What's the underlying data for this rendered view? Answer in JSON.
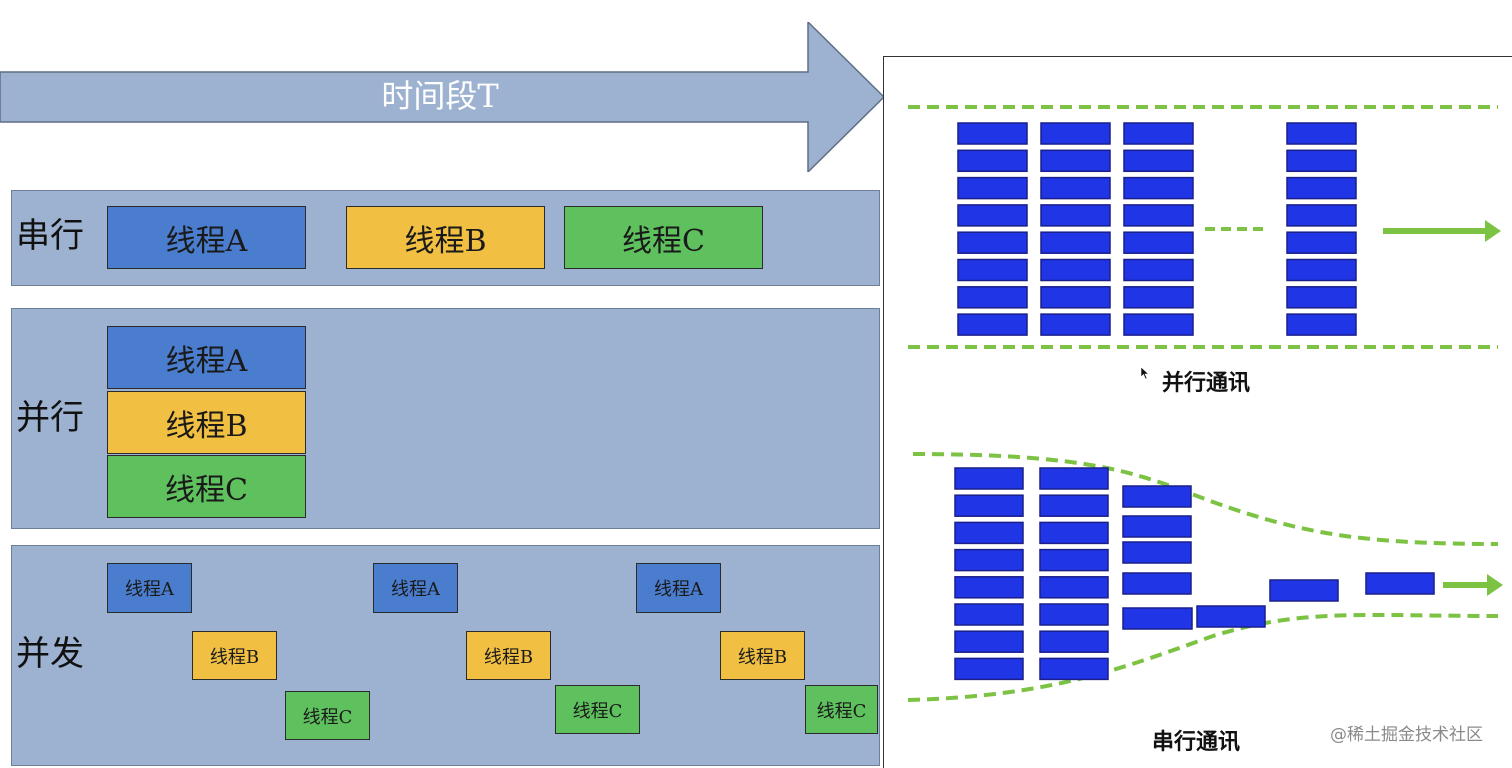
{
  "time_arrow": {
    "label": "时间段T"
  },
  "rows": {
    "serial": {
      "label": "串行",
      "threads": [
        {
          "label": "线程A",
          "color": "#4a7dcd"
        },
        {
          "label": "线程B",
          "color": "#f1c043"
        },
        {
          "label": "线程C",
          "color": "#5ec15e"
        }
      ]
    },
    "parallel": {
      "label": "并行",
      "threads": [
        {
          "label": "线程A",
          "color": "#4a7dcd"
        },
        {
          "label": "线程B",
          "color": "#f1c043"
        },
        {
          "label": "线程C",
          "color": "#5ec15e"
        }
      ]
    },
    "concurrent": {
      "label": "并发",
      "threads": [
        {
          "label": "线程A"
        },
        {
          "label": "线程A"
        },
        {
          "label": "线程A"
        },
        {
          "label": "线程B"
        },
        {
          "label": "线程B"
        },
        {
          "label": "线程B"
        },
        {
          "label": "线程C"
        },
        {
          "label": "线程C"
        },
        {
          "label": "线程C"
        }
      ]
    }
  },
  "communication": {
    "parallel_caption": "并行通讯",
    "serial_caption": "串行通讯",
    "block_color": "#1f35e6",
    "guide_color": "#7cc243"
  },
  "watermark": "@稀土掘金技术社区"
}
